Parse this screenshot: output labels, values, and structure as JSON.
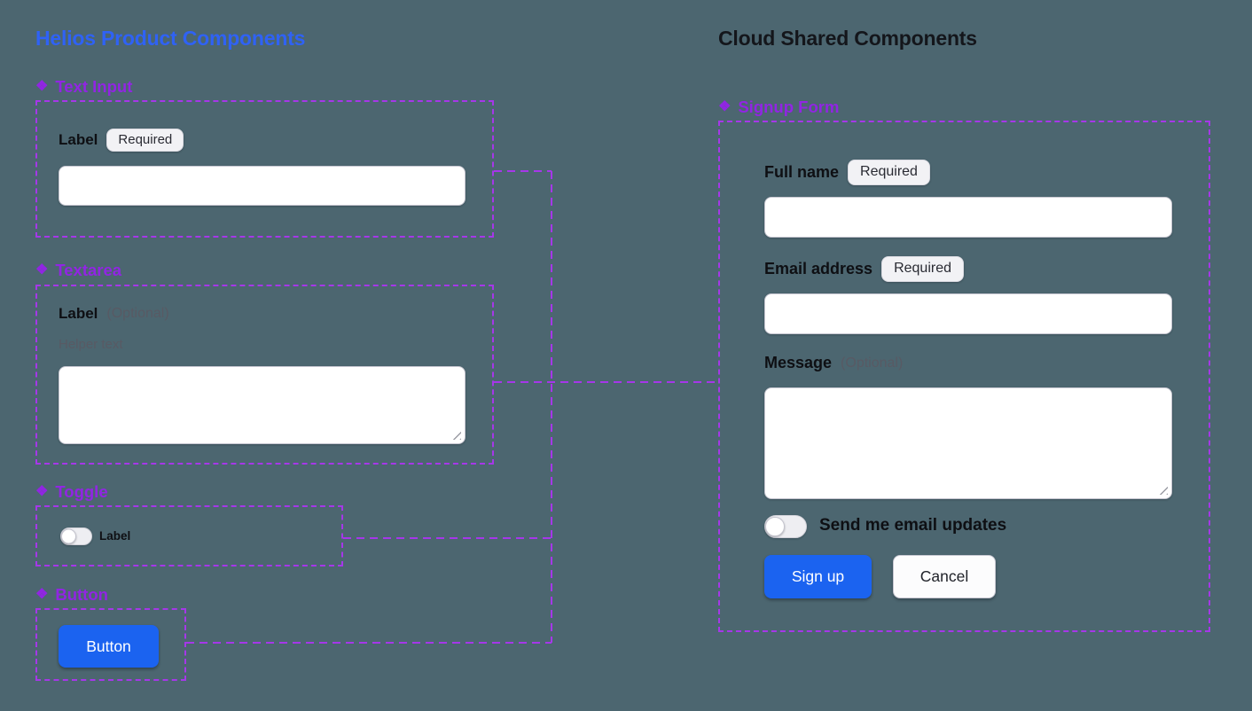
{
  "colors": {
    "background": "#4C6670",
    "accent_purple": "#A637E9",
    "component_label_purple": "#9125E3",
    "heading_blue": "#2F62F5",
    "heading_dark": "#14161B",
    "primary_blue": "#1B63F0"
  },
  "icons": {
    "component_marker": "❖"
  },
  "left": {
    "title": "Helios Product Components",
    "text_input": {
      "name": "Text Input",
      "label": "Label",
      "badge": "Required",
      "value": ""
    },
    "textarea": {
      "name": "Textarea",
      "label": "Label",
      "optional": "(Optional)",
      "helper": "Helper text",
      "value": ""
    },
    "toggle": {
      "name": "Toggle",
      "label": "Label",
      "state": "off"
    },
    "button": {
      "name": "Button",
      "label": "Button"
    }
  },
  "right": {
    "title": "Cloud Shared Components",
    "signup_form": {
      "name": "Signup Form",
      "full_name": {
        "label": "Full name",
        "badge": "Required",
        "value": ""
      },
      "email": {
        "label": "Email address",
        "badge": "Required",
        "value": ""
      },
      "message": {
        "label": "Message",
        "optional": "(Optional)",
        "value": ""
      },
      "updates_toggle": {
        "label": "Send me email updates",
        "state": "off"
      },
      "submit_label": "Sign up",
      "cancel_label": "Cancel"
    }
  }
}
